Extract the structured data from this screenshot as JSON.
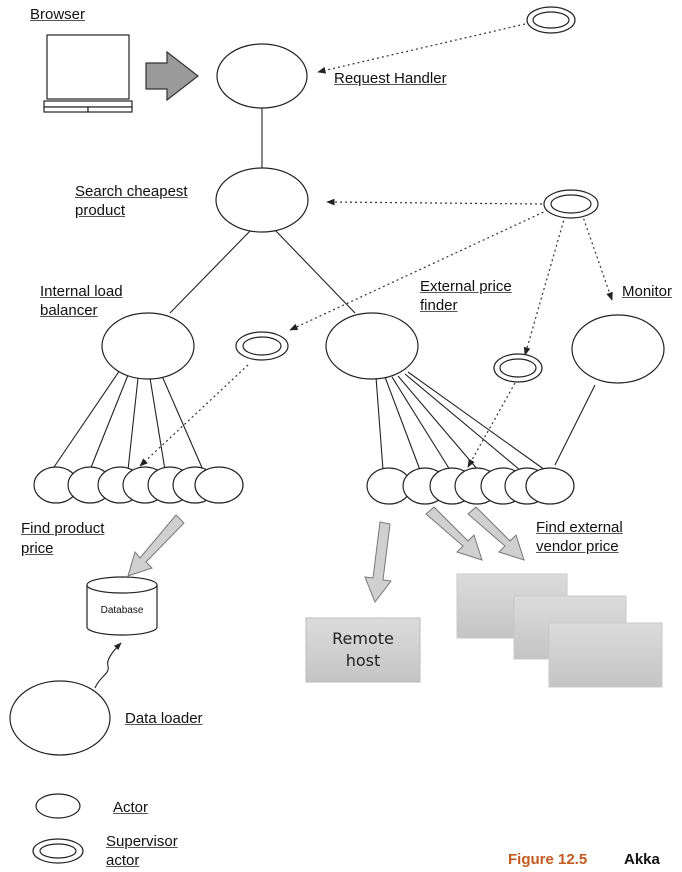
{
  "labels": {
    "browser": "Browser",
    "request_handler": "Request Handler",
    "search_cheapest_1": "Search cheapest",
    "search_cheapest_2": "product",
    "internal_lb_1": "Internal load",
    "internal_lb_2": "balancer",
    "external_pf_1": "External price",
    "external_pf_2": "finder",
    "monitor": "Monitor",
    "find_product_1": "Find product",
    "find_product_2": "price",
    "find_external_1": "Find external",
    "find_external_2": "vendor price",
    "database": "Database",
    "remote_host_1": "Remote",
    "remote_host_2": "host",
    "data_loader": "Data loader"
  },
  "legend": {
    "actor": "Actor",
    "supervisor_1": "Supervisor",
    "supervisor_2": "actor"
  },
  "caption": {
    "number": "Figure 12.5",
    "text": "Akka"
  },
  "colors": {
    "stroke": "#222222",
    "arrow_fill": "#cccccc",
    "host_box": "#d3d3d3",
    "caption_accent": "#c25a1f"
  }
}
